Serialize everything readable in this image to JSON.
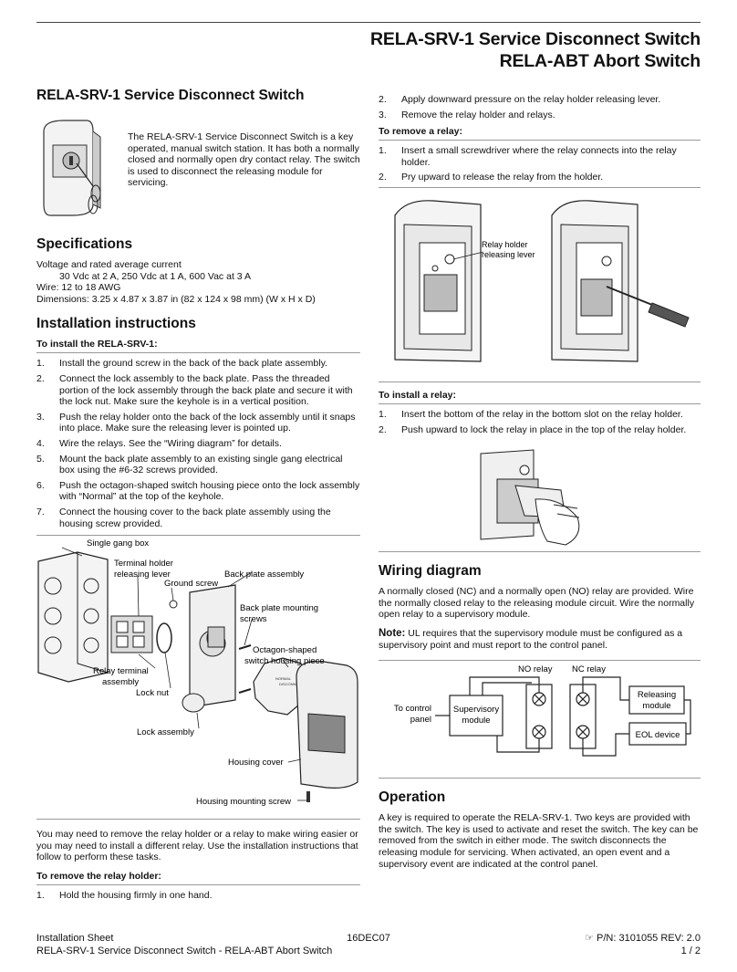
{
  "header": {
    "title_line1": "RELA-SRV-1 Service Disconnect Switch",
    "title_line2": "RELA-ABT Abort Switch"
  },
  "left": {
    "section_title": "RELA-SRV-1 Service Disconnect Switch",
    "intro": "The RELA-SRV-1 Service Disconnect Switch is a key operated, manual switch station. It has both a normally closed and normally open dry contact relay. The switch is used to disconnect the releasing module for servicing.",
    "spec_title": "Specifications",
    "spec_line1": "Voltage and rated average current",
    "spec_line2": "30 Vdc at 2 A, 250 Vdc at 1 A, 600 Vac at 3 A",
    "spec_line3": "Wire: 12 to 18 AWG",
    "spec_line4": "Dimensions: 3.25 x 4.87 x 3.87 in (82 x 124 x 98 mm) (W x H x D)",
    "install_title": "Installation instructions",
    "install_sub": "To install the RELA-SRV-1:",
    "install_steps": [
      "Install the ground screw in the back of the back plate assembly.",
      "Connect the lock assembly to the back plate. Pass the threaded portion of the lock assembly through the back plate and secure it with the lock nut. Make sure the keyhole is in a vertical position.",
      "Push the relay holder onto the back of the lock assembly until it snaps into place. Make sure the releasing lever is pointed up.",
      "Wire the relays. See the “Wiring diagram” for details.",
      "Mount the back plate assembly to an existing single gang electrical box using the #6-32 screws provided.",
      "Push the octagon-shaped switch housing piece onto the lock assembly with “Normal” at the top of the keyhole.",
      "Connect the housing cover to the back plate assembly using the housing screw provided."
    ],
    "fig_labels": {
      "single_gang_box": "Single gang box",
      "terminal_holder_1": "Terminal holder",
      "terminal_holder_2": "releasing lever",
      "ground_screw": "Ground screw",
      "back_plate_assembly": "Back plate assembly",
      "back_plate_mounting_1": "Back plate mounting",
      "back_plate_mounting_2": "screws",
      "octagon_1": "Octagon-shaped",
      "octagon_2": "switch housing piece",
      "relay_terminal_1": "Relay terminal",
      "relay_terminal_2": "assembly",
      "lock_nut": "Lock nut",
      "lock_assembly": "Lock assembly",
      "housing_cover": "Housing cover",
      "housing_mounting_screw": "Housing mounting screw",
      "normal": "NORMAL",
      "disconnect": "DISCONNECT"
    },
    "after_fig": "You may need to remove the relay holder or a relay to make wiring easier or you may need to install a different relay. Use the installation instructions that follow to perform these tasks.",
    "remove_holder_sub": "To remove the relay holder:",
    "remove_holder_step1": "Hold the housing firmly in one hand."
  },
  "right": {
    "remove_holder_steps": [
      "Apply downward pressure on the relay holder releasing lever.",
      "Remove the relay holder and relays."
    ],
    "remove_relay_sub": "To remove a relay:",
    "remove_relay_steps": [
      "Insert a small screwdriver where the relay connects into the relay holder.",
      "Pry upward to release the relay from the holder."
    ],
    "relay_holder_label_1": "Relay holder",
    "relay_holder_label_2": "releasing lever",
    "install_relay_sub": "To install a relay:",
    "install_relay_steps": [
      "Insert the bottom of the relay in the bottom slot on the relay holder.",
      "Push upward to lock the relay in place in the top of the relay holder."
    ],
    "wiring_title": "Wiring diagram",
    "wiring_text": "A normally closed (NC) and a normally open (NO) relay are provided. Wire the normally closed relay to the releasing module circuit. Wire the normally open relay to a supervisory module.",
    "note_label": "Note:",
    "note_text": " UL requires that the supervisory module must be configured as a supervisory point and must report to the control panel.",
    "diagram": {
      "no_relay": "NO relay",
      "nc_relay": "NC relay",
      "to_control_1": "To control",
      "to_control_2": "panel",
      "supervisory_1": "Supervisory",
      "supervisory_2": "module",
      "releasing_1": "Releasing",
      "releasing_2": "module",
      "eol": "EOL device"
    },
    "operation_title": "Operation",
    "operation_text": "A key is required to operate the RELA-SRV-1. Two keys are provided with the switch. The key is used to activate and reset the switch. The key can be removed from the switch in either mode. The switch disconnects the releasing module for servicing. When activated, an open event and a supervisory event are indicated at the control panel."
  },
  "footer": {
    "left1": "Installation Sheet",
    "date": "16DEC07",
    "pn": "P/N: 3101055 REV: 2.0",
    "left2": "RELA-SRV-1 Service Disconnect Switch - RELA-ABT Abort Switch",
    "page": "1 / 2"
  }
}
